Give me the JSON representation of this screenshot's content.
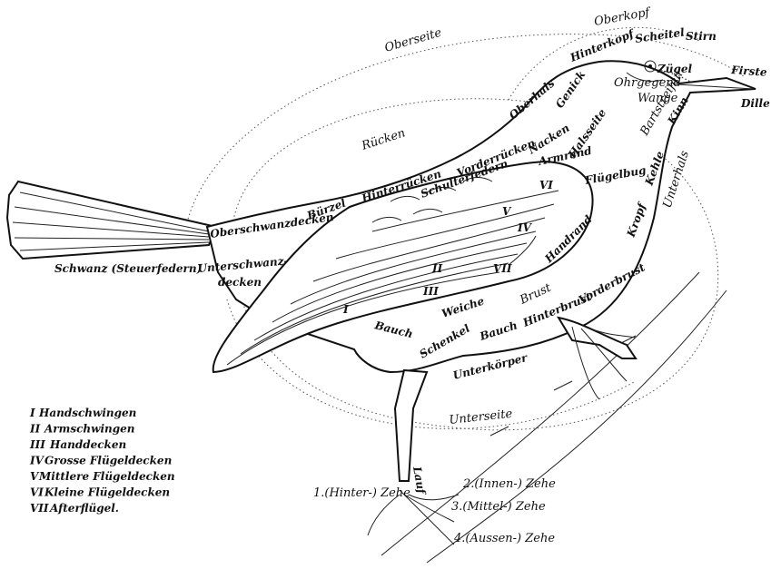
{
  "regions": {
    "oberseite": "Oberseite",
    "oberkopf": "Oberkopf",
    "unterseite": "Unterseite",
    "unterkoerper": "Unterkörper"
  },
  "head": {
    "hinterkopf": "Hinterkopf",
    "scheitel": "Scheitel",
    "stirn": "Stirn",
    "firste": "Firste",
    "dille": "Dille",
    "zuegel": "Zügel",
    "ohrgegend": "Ohrgegend",
    "wange": "Wange",
    "bartstreifen": "Bartstreifen",
    "kinn": "Kinn",
    "genick": "Genick"
  },
  "upper_body": {
    "oberhals": "Oberhals",
    "nacken": "Nacken",
    "vorderruecken": "Vorderrücken",
    "hinterruecken": "Hinterrücken",
    "ruecken": "Rücken",
    "buerzel": "Bürzel",
    "oberschwanzdecken": "Oberschwanzdecken",
    "schwanz": "Schwanz (Steuerfedern)",
    "unterschwanz_1": "Unterschwanz-",
    "unterschwanz_2": "decken",
    "halsseite": "Halsseite",
    "unterhals": "Unterhals",
    "kehle": "Kehle",
    "kropf": "Kropf"
  },
  "wing": {
    "schulterfedern": "Schulterfedern",
    "armrand": "Armrand",
    "fluegelbug": "Flügelbug",
    "handrand": "Handrand",
    "numerals": [
      "I",
      "II",
      "III",
      "IV",
      "V",
      "VI",
      "VII"
    ]
  },
  "lower_body": {
    "brust": "Brust",
    "vorderbrust": "Vorderbrust",
    "hinterbrust": "Hinterbrust",
    "bauch_front": "Bauch",
    "bauch_rear": "Bauch",
    "weiche": "Weiche",
    "schenkel": "Schenkel",
    "lauf": "Lauf"
  },
  "toes": {
    "hinter": "1.(Hinter-) Zehe",
    "innen": "2.(Innen-) Zehe",
    "mittel": "3.(Mittel-) Zehe",
    "aussen": "4.(Aussen-) Zehe"
  },
  "legend": [
    {
      "numeral": "I",
      "label": "Handschwingen"
    },
    {
      "numeral": "II",
      "label": "Armschwingen"
    },
    {
      "numeral": "III",
      "label": "Handdecken"
    },
    {
      "numeral": "IV",
      "label": "Grosse Flügeldecken"
    },
    {
      "numeral": "V",
      "label": "Mittlere Flügeldecken"
    },
    {
      "numeral": "VI",
      "label": "Kleine Flügeldecken"
    },
    {
      "numeral": "VII",
      "label": "Afterflügel."
    }
  ]
}
